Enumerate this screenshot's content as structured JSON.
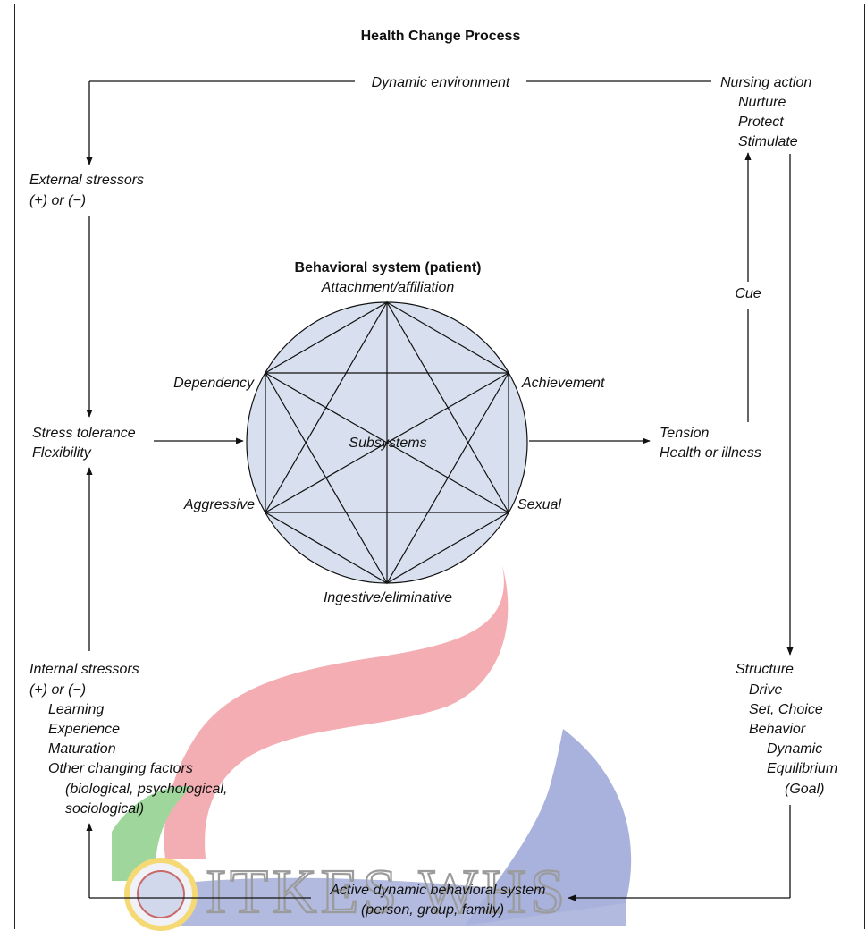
{
  "title": "Health Change Process",
  "top": {
    "dynamic_environment": "Dynamic environment"
  },
  "nursing": {
    "lines": [
      "Nursing action",
      "Nurture",
      "Protect",
      "Stimulate"
    ]
  },
  "external": {
    "lines": [
      "External stressors",
      "(+) or (−)"
    ]
  },
  "stress": {
    "lines": [
      "Stress tolerance",
      "Flexibility"
    ]
  },
  "internal": {
    "lines": [
      "Internal stressors",
      "(+) or (−)",
      "Learning",
      "Experience",
      "Maturation",
      "Other changing factors",
      "(biological, psychological,",
      "sociological)"
    ]
  },
  "behavioral": {
    "title": "Behavioral system (patient)",
    "center": "Subsystems",
    "nodes": {
      "top": "Attachment/affiliation",
      "upper_left": "Dependency",
      "upper_right": "Achievement",
      "lower_left": "Aggressive",
      "lower_right": "Sexual",
      "bottom": "Ingestive/eliminative"
    }
  },
  "cue": "Cue",
  "tension": {
    "lines": [
      "Tension",
      "Health or illness"
    ]
  },
  "structure": {
    "lines": [
      "Structure",
      "Drive",
      "Set, Choice",
      "Behavior",
      "Dynamic",
      "Equilibrium",
      "(Goal)"
    ]
  },
  "bottom": {
    "lines": [
      "Active dynamic behavioral system",
      "(person, group, family)"
    ]
  },
  "watermark": {
    "text": "ITKES WHS"
  },
  "colors": {
    "circle_fill": "#d8e0ef",
    "line": "#111111",
    "wm_red": "#f2a0a6",
    "wm_blue": "#9aa5d6",
    "wm_green": "#8fd08a",
    "wm_yellow": "#f4d35e"
  }
}
